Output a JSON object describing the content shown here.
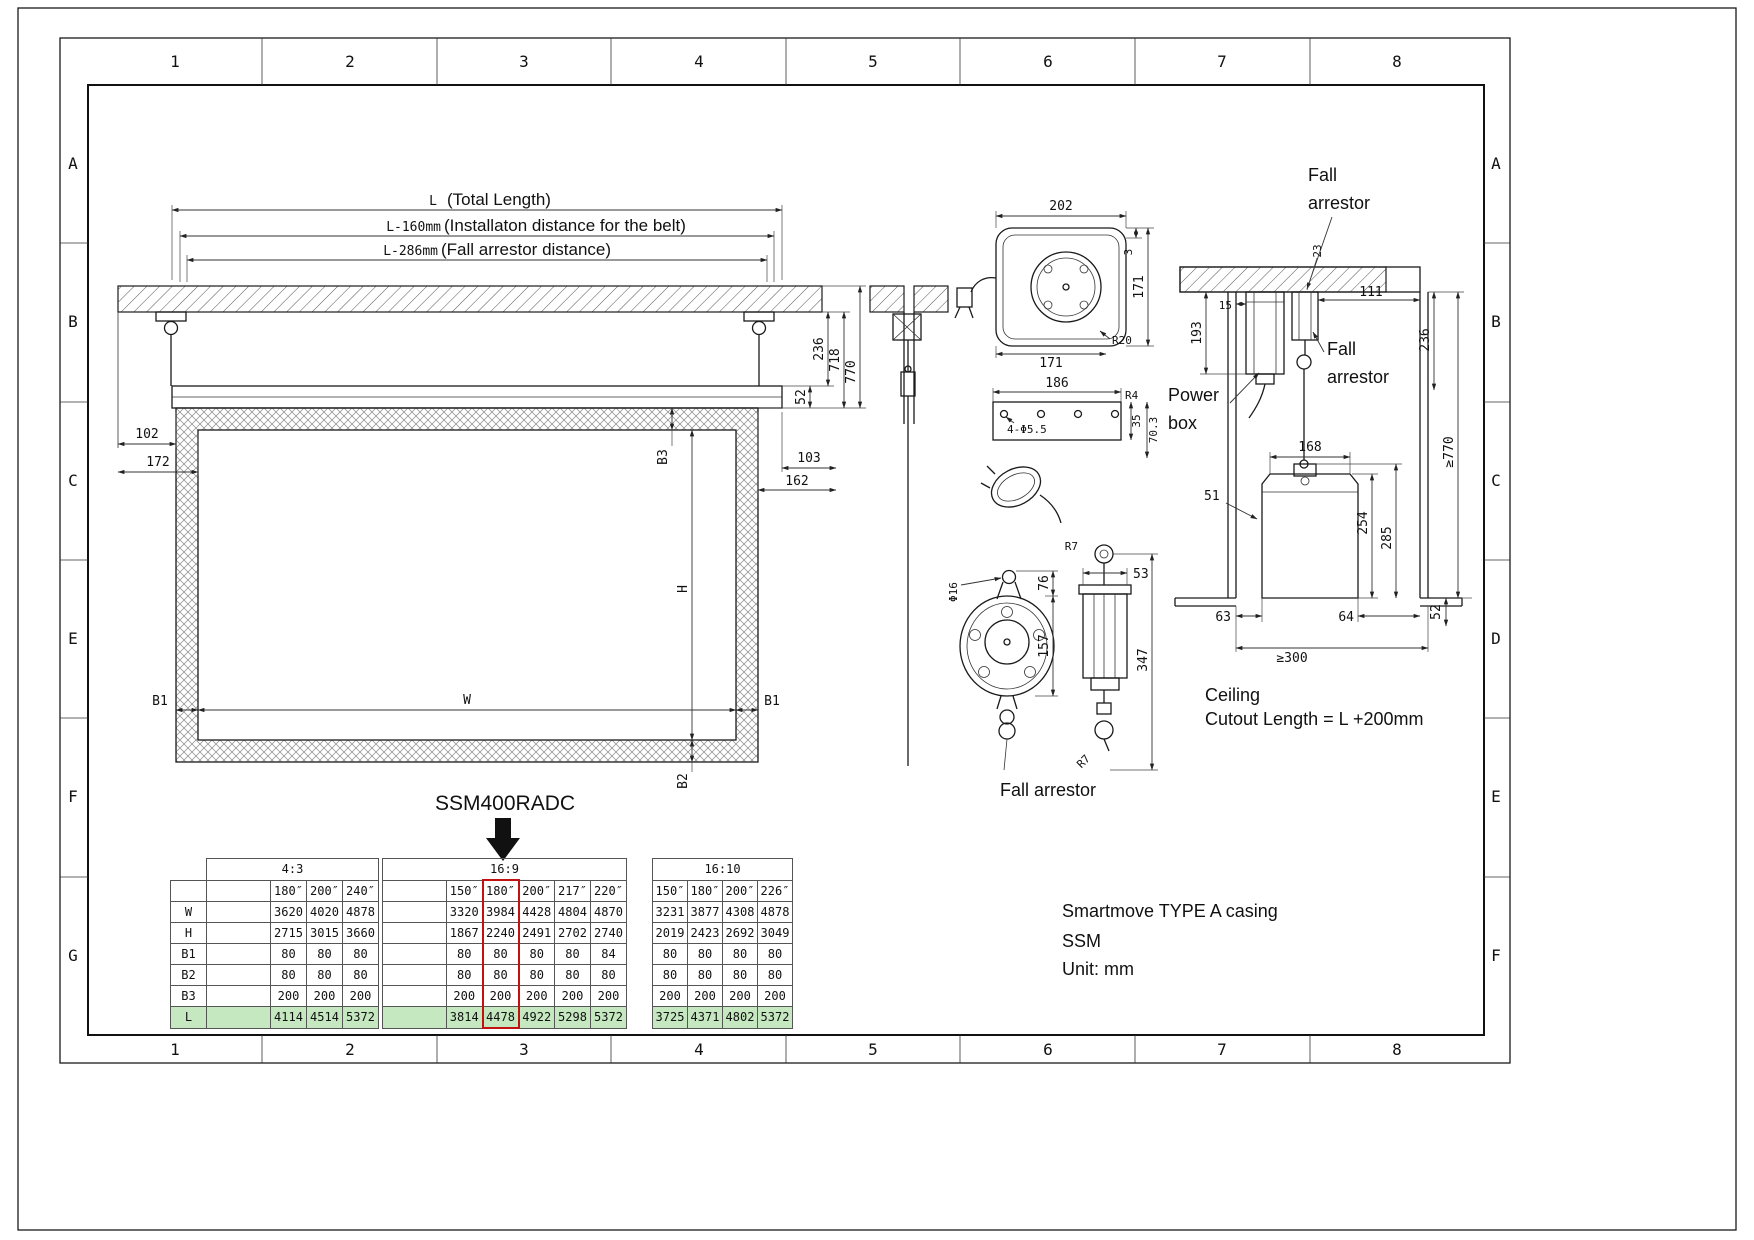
{
  "colors": {
    "row_highlight": "#c5e8c1",
    "column_highlight": "#c11111"
  },
  "zones": {
    "top": [
      "1",
      "2",
      "3",
      "4",
      "5",
      "6",
      "7",
      "8"
    ],
    "bottom": [
      "1",
      "2",
      "3",
      "4",
      "5",
      "6",
      "7",
      "8"
    ],
    "left": [
      "A",
      "B",
      "C",
      "E",
      "F",
      "G"
    ],
    "right": [
      "A",
      "B",
      "C",
      "D",
      "E",
      "F"
    ]
  },
  "callout": {
    "model": "SSM400RADC"
  },
  "notes": {
    "line1": "Smartmove TYPE A casing",
    "line2": "SSM",
    "line3": "Unit: mm"
  },
  "main_view": {
    "dim_total": "L",
    "dim_total_label": "(Total Length)",
    "dim_belt": "L-160mm",
    "dim_belt_label": "(Installaton distance for the belt)",
    "dim_arrestor": "L-286mm",
    "dim_arrestor_label": "(Fall arrestor distance)",
    "dim_236": "236",
    "dim_718": "718",
    "dim_770": "770",
    "dim_52": "52",
    "dim_102": "102",
    "dim_172": "172",
    "dim_103": "103",
    "dim_162": "162",
    "lbl_B3": "B3",
    "lbl_H": "H",
    "lbl_W": "W",
    "lbl_B1_left": "B1",
    "lbl_B1_right": "B1",
    "lbl_B2": "B2"
  },
  "power_box_view": {
    "dim_202": "202",
    "dim_3": "3",
    "dim_171_right": "171",
    "dim_171_bottom": "171",
    "dim_R20": "R20"
  },
  "plate_view": {
    "dim_186": "186",
    "dim_R4": "R4",
    "dim_holes": "4-Φ5.5",
    "dim_35": "35",
    "dim_70_3": "70.3"
  },
  "arrestor_front_view": {
    "dim_phi16": "Φ16",
    "dim_76": "76",
    "dim_157": "157"
  },
  "arrestor_side_view": {
    "dim_53": "53",
    "dim_347": "347",
    "dim_R7_top": "R7",
    "dim_R7_bottom": "R7"
  },
  "arrestor_caption": "Fall arrestor",
  "install_view": {
    "fall_top_1": "Fall",
    "fall_top_2": "arrestor",
    "fall_mid_1": "Fall",
    "fall_mid_2": "arrestor",
    "power_1": "Power",
    "power_2": "box",
    "dim_23": "23",
    "dim_111": "111",
    "dim_15": "15",
    "dim_193": "193",
    "dim_236": "236",
    "dim_770": "≥770",
    "dim_168": "168",
    "dim_51": "51",
    "dim_254": "254",
    "dim_285": "285",
    "dim_63": "63",
    "dim_64": "64",
    "dim_52": "52",
    "dim_300": "≥300",
    "note_1": "Ceiling",
    "note_2": "Cutout Length = L +200mm"
  },
  "table": {
    "ratio_headers": [
      "4:3",
      "16:9",
      "16:10"
    ],
    "size_headers": [
      [
        "180″",
        "200″",
        "240″"
      ],
      [
        "150″",
        "180″",
        "200″",
        "217″",
        "220″"
      ],
      [
        "150″",
        "180″",
        "200″",
        "226″"
      ]
    ],
    "rows": [
      {
        "label": "W",
        "g1": [
          "3620",
          "4020",
          "4878"
        ],
        "g2": [
          "3320",
          "3984",
          "4428",
          "4804",
          "4870"
        ],
        "g3": [
          "3231",
          "3877",
          "4308",
          "4878"
        ]
      },
      {
        "label": "H",
        "g1": [
          "2715",
          "3015",
          "3660"
        ],
        "g2": [
          "1867",
          "2240",
          "2491",
          "2702",
          "2740"
        ],
        "g3": [
          "2019",
          "2423",
          "2692",
          "3049"
        ]
      },
      {
        "label": "B1",
        "g1": [
          "80",
          "80",
          "80"
        ],
        "g2": [
          "80",
          "80",
          "80",
          "80",
          "84"
        ],
        "g3": [
          "80",
          "80",
          "80",
          "80"
        ]
      },
      {
        "label": "B2",
        "g1": [
          "80",
          "80",
          "80"
        ],
        "g2": [
          "80",
          "80",
          "80",
          "80",
          "80"
        ],
        "g3": [
          "80",
          "80",
          "80",
          "80"
        ]
      },
      {
        "label": "B3",
        "g1": [
          "200",
          "200",
          "200"
        ],
        "g2": [
          "200",
          "200",
          "200",
          "200",
          "200"
        ],
        "g3": [
          "200",
          "200",
          "200",
          "200"
        ]
      },
      {
        "label": "L",
        "g1": [
          "4114",
          "4514",
          "5372"
        ],
        "g2": [
          "3814",
          "4478",
          "4922",
          "5298",
          "5372"
        ],
        "g3": [
          "3725",
          "4371",
          "4802",
          "5372"
        ]
      }
    ]
  }
}
